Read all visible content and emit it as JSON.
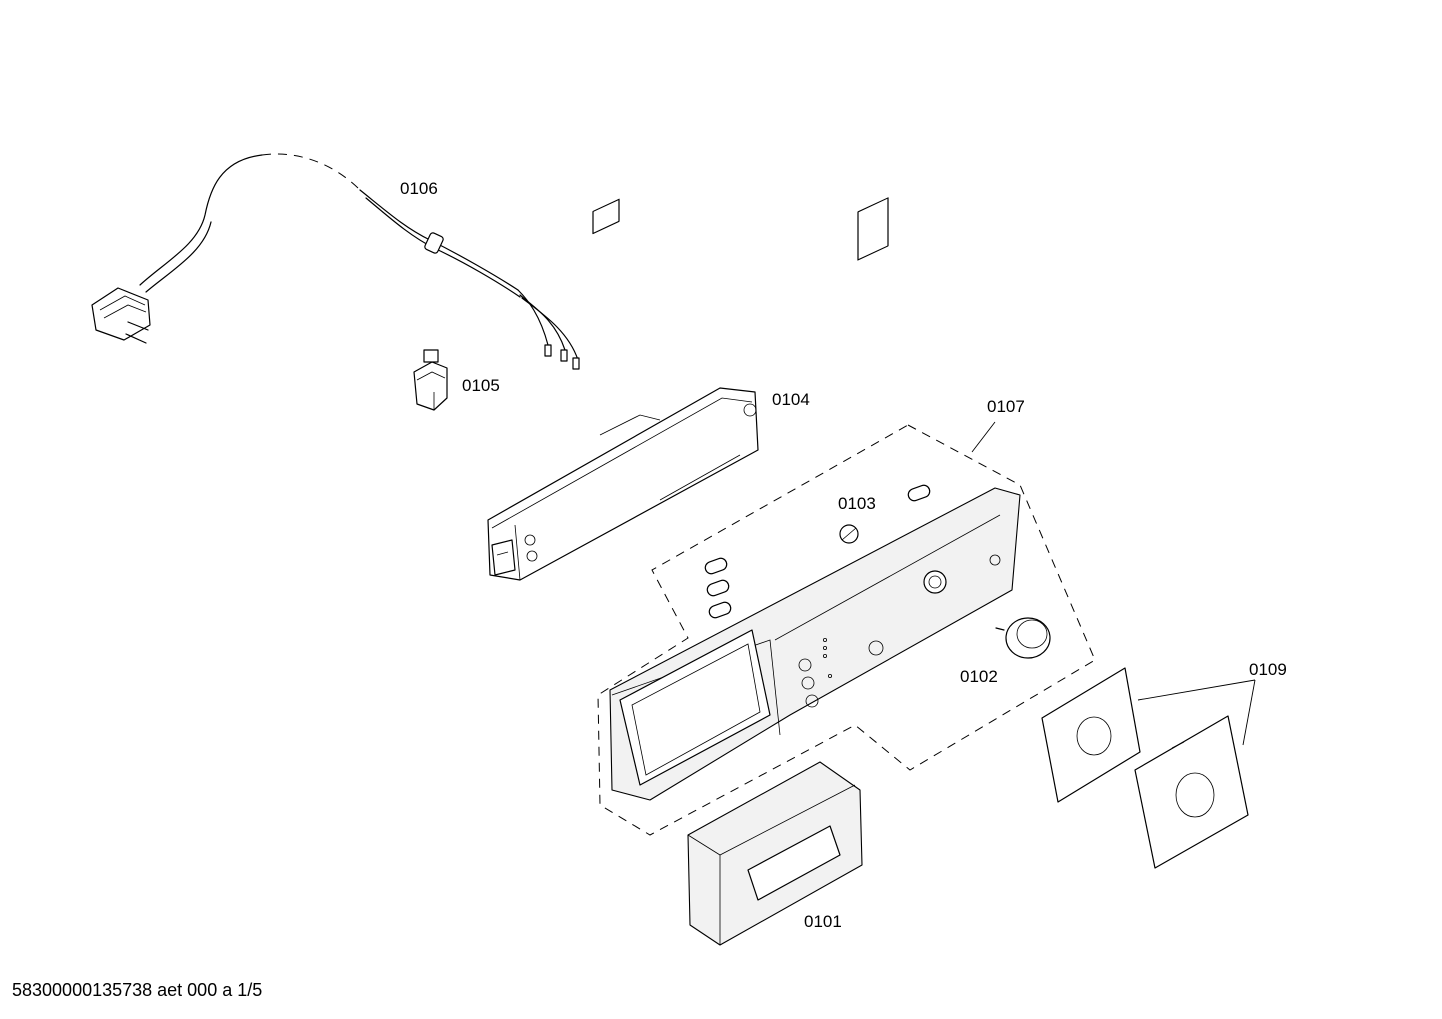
{
  "diagram": {
    "parts": [
      {
        "id": "0101",
        "name": "dispenser-drawer-handle"
      },
      {
        "id": "0102",
        "name": "control-knob"
      },
      {
        "id": "0103",
        "name": "knob-insert"
      },
      {
        "id": "0104",
        "name": "control-module"
      },
      {
        "id": "0105",
        "name": "interference-filter"
      },
      {
        "id": "0106",
        "name": "power-cord"
      },
      {
        "id": "0107",
        "name": "fascia-panel-assembly"
      },
      {
        "id": "0109",
        "name": "decorative-panel"
      }
    ]
  },
  "footer": {
    "doc_number": "58300000135738 aet 000 a 1/5"
  }
}
